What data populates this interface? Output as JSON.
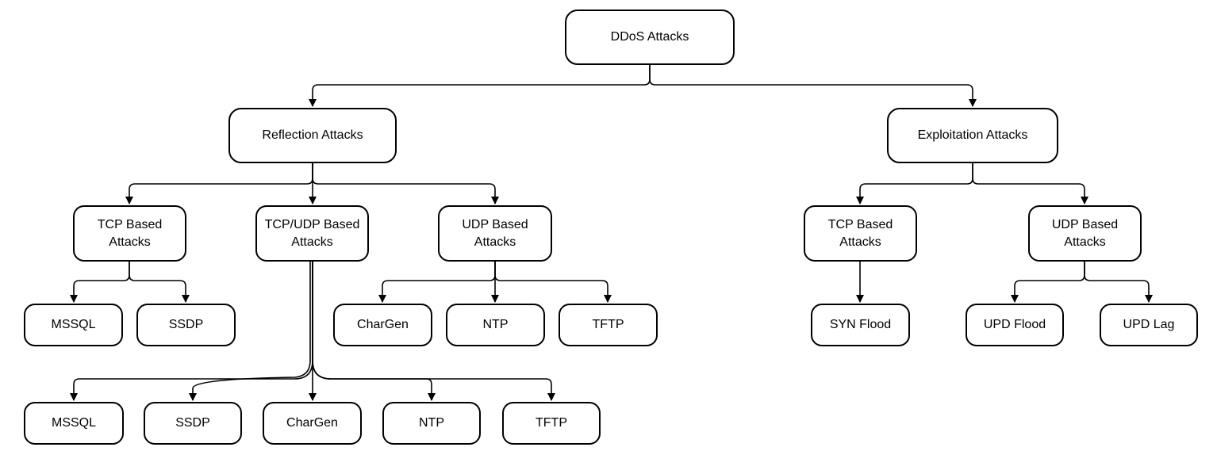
{
  "root": {
    "label": "DDoS Attacks"
  },
  "reflection": {
    "label": "Reflection Attacks",
    "tcp": {
      "label": "TCP Based\nAttacks",
      "children": [
        "MSSQL",
        "SSDP"
      ]
    },
    "tcp_udp": {
      "label": "TCP/UDP Based\nAttacks",
      "children": [
        "MSSQL",
        "SSDP",
        "CharGen",
        "NTP",
        "TFTP"
      ]
    },
    "udp": {
      "label": "UDP Based\nAttacks",
      "children": [
        "CharGen",
        "NTP",
        "TFTP"
      ]
    }
  },
  "exploitation": {
    "label": "Exploitation Attacks",
    "tcp": {
      "label": "TCP Based\nAttacks",
      "children": [
        "SYN Flood"
      ]
    },
    "udp": {
      "label": "UDP Based\nAttacks",
      "children": [
        "UPD Flood",
        "UPD Lag"
      ]
    }
  }
}
